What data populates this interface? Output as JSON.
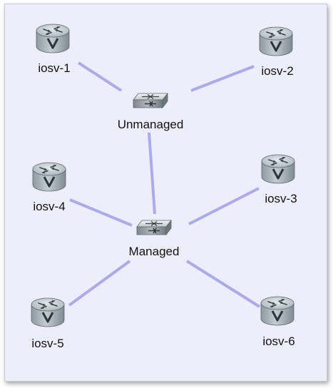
{
  "topology": {
    "colors": {
      "background": "#eeeefa",
      "link": "#a9abeb",
      "router_body": "#a8b4bb",
      "switch_body": "#9aa3a8"
    },
    "devices": [
      {
        "id": "iosv-1",
        "label": "iosv-1",
        "type": "router"
      },
      {
        "id": "iosv-2",
        "label": "iosv-2",
        "type": "router"
      },
      {
        "id": "unmanaged",
        "label": "Unmanaged",
        "type": "switch"
      },
      {
        "id": "iosv-4",
        "label": "iosv-4",
        "type": "router"
      },
      {
        "id": "iosv-3",
        "label": "iosv-3",
        "type": "router"
      },
      {
        "id": "managed",
        "label": "Managed",
        "type": "switch"
      },
      {
        "id": "iosv-5",
        "label": "iosv-5",
        "type": "router"
      },
      {
        "id": "iosv-6",
        "label": "iosv-6",
        "type": "router"
      }
    ],
    "links": [
      {
        "from": "iosv-1",
        "to": "unmanaged"
      },
      {
        "from": "iosv-2",
        "to": "unmanaged"
      },
      {
        "from": "unmanaged",
        "to": "managed"
      },
      {
        "from": "iosv-4",
        "to": "managed"
      },
      {
        "from": "iosv-3",
        "to": "managed"
      },
      {
        "from": "iosv-5",
        "to": "managed"
      },
      {
        "from": "iosv-6",
        "to": "managed"
      }
    ]
  }
}
